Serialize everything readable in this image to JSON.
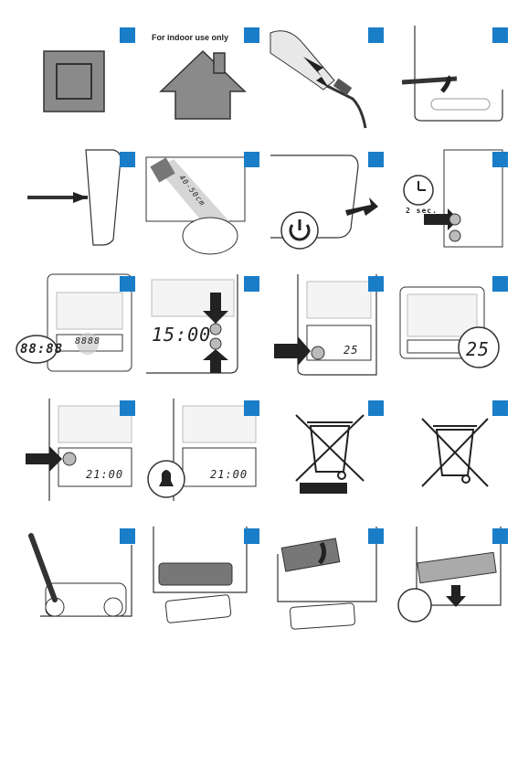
{
  "badge_color": "#1a7dc8",
  "panels": [
    {
      "name": "double-insulation-symbol"
    },
    {
      "name": "indoor-use-house",
      "caption": "For indoor use only"
    },
    {
      "name": "plug-adapter-cable"
    },
    {
      "name": "attach-rod-to-stand"
    },
    {
      "name": "insert-rod-side"
    },
    {
      "name": "position-light-distance",
      "distance": "40-50cm"
    },
    {
      "name": "press-power-button"
    },
    {
      "name": "hold-buttons-2sec",
      "hold_label": "2 sec."
    },
    {
      "name": "time-display-blinking",
      "digits": "88:88",
      "lcd": "8888"
    },
    {
      "name": "adjust-time-plus-minus",
      "time": "15:00"
    },
    {
      "name": "press-timer-button",
      "value": "25"
    },
    {
      "name": "timer-display",
      "value": "25"
    },
    {
      "name": "press-alarm-button",
      "time": "21:00"
    },
    {
      "name": "alarm-active",
      "time": "21:00"
    },
    {
      "name": "weee-symbol-bar"
    },
    {
      "name": "weee-symbol"
    },
    {
      "name": "unscrew-cover"
    },
    {
      "name": "remove-cover"
    },
    {
      "name": "remove-battery"
    },
    {
      "name": "insert-battery"
    }
  ]
}
